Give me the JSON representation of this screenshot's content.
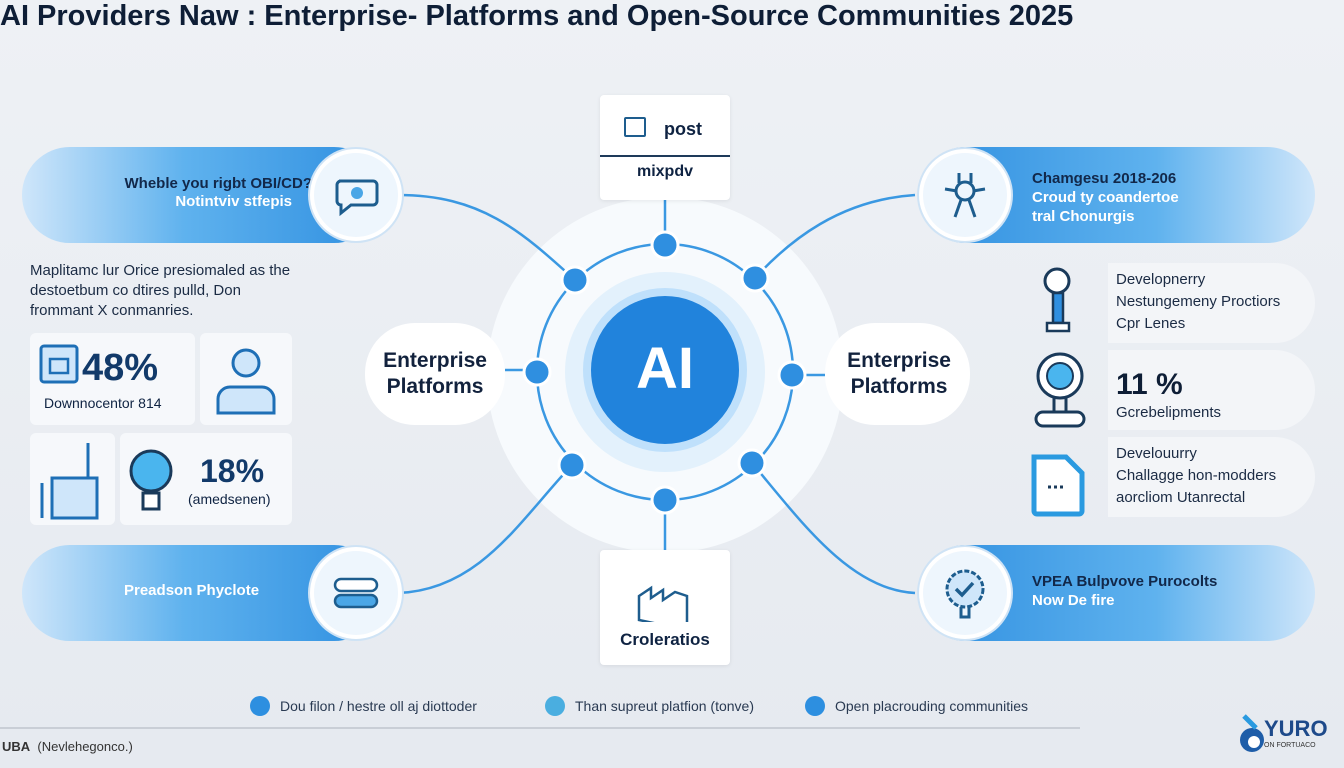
{
  "title": "AI Providers  Naw : Enterprise- Platforms and Open-Source Communities 2025",
  "colors": {
    "accent": "#2f8fe0",
    "navy": "#0e1e36",
    "light": "#cfe6fa"
  },
  "top_left_pill": {
    "line1": "Wheble you rigbt OBI/CD?",
    "line2": "Notintviv stfepis",
    "icon": "chat-bubble-gear-icon"
  },
  "left_paragraph": {
    "lines": [
      "Maplitamc lur Orice presiomaled as the",
      "destoetbum co dtires pulld, Don",
      "frommant X conmanries."
    ]
  },
  "stats": [
    {
      "value": "48%",
      "label": "Downnocentor 814",
      "icon": "clipboard-icon"
    },
    {
      "icon": "person-icon"
    },
    {
      "icon": "bar-chart-icon"
    },
    {
      "value": "18%",
      "label": "(amedsenen)",
      "icon": "lightbulb-icon"
    }
  ],
  "bottom_left_pill": {
    "line1": "Preadson Phyclote",
    "icon": "list-icon"
  },
  "center": {
    "core": "AI",
    "left_label": [
      "Enterprise",
      "Platforms"
    ],
    "right_label": [
      "Enterprise",
      "Platforms"
    ],
    "top_box": {
      "line1": "post",
      "line2": "mixpdv",
      "icon": "image-icon"
    },
    "bottom_box": {
      "label": "Croleratios",
      "icon": "buildings-icon"
    }
  },
  "top_right_pill": {
    "line1": "Chamgesu 2018-206",
    "line2": "Croud ty coandertoe",
    "line3": "tral Chonurgis",
    "icon": "network-icon"
  },
  "right_cards": [
    {
      "lines": [
        "Developnerry",
        "Nestungemeny Proctiors",
        "Cpr Lenes"
      ],
      "icon": "tool-icon"
    },
    {
      "value": "11 %",
      "label": "Gcrebelipments",
      "icon": "webcam-icon"
    },
    {
      "lines": [
        "Develouurry",
        "Challagge hon-modders",
        "aorcliom Utanrectal"
      ],
      "icon": "document-icon"
    }
  ],
  "bottom_right_pill": {
    "line1": "VPEA Bulpvove Purocolts",
    "line2": "Now De fire",
    "icon": "check-badge-icon"
  },
  "legend": [
    {
      "label": "Dou filon / hestre oll aj diottoder",
      "color": "#2d8fe0"
    },
    {
      "label": "Than supreut  platfion (tonve)",
      "color": "#4aaee0"
    },
    {
      "label": "Open placrouding communities",
      "color": "#2d8fe0"
    }
  ],
  "footer": {
    "left": "UBA",
    "note": "(Nevlehegonco.)",
    "logo": "YURO",
    "logo_sub": "ON FORTUACO"
  }
}
